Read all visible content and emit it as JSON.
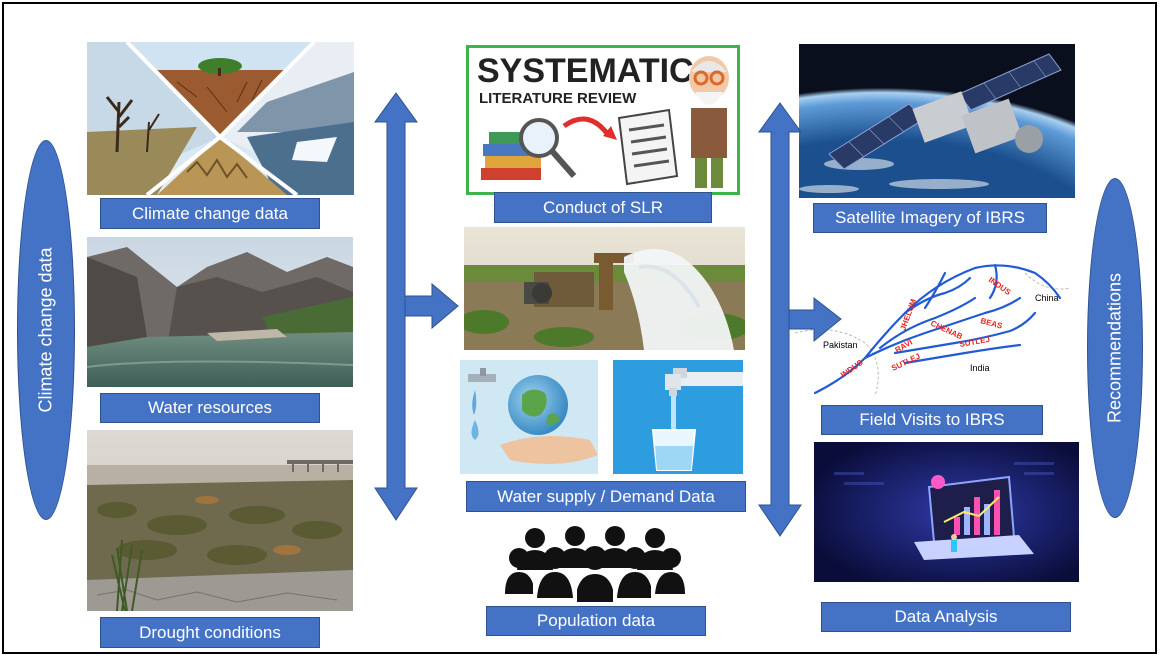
{
  "left_ellipse": {
    "label": "Climate change data"
  },
  "right_ellipse": {
    "label": "Recommendations"
  },
  "left_column": {
    "climate_label": "Climate change data",
    "water_label": "Water resources",
    "drought_label": "Drought conditions"
  },
  "center_column": {
    "slr_title_line1": "SYSTEMATIC",
    "slr_title_line2": "LITERATURE REVIEW",
    "slr_label": "Conduct of SLR",
    "supply_label": "Water supply / Demand Data",
    "population_label": "Population data"
  },
  "right_column": {
    "satellite_label": "Satellite Imagery of IBRS",
    "field_label": "Field Visits to IBRS",
    "analysis_label": "Data Analysis",
    "map": {
      "country_pakistan": "Pakistan",
      "country_china": "China",
      "country_india": "India",
      "rivers": [
        "INDUS",
        "JHELUM",
        "CHENAB",
        "RAVI",
        "BEAS",
        "SUTLEJ",
        "INDUS",
        "SUTLEJ"
      ]
    }
  },
  "colors": {
    "accent": "#4472c4",
    "accent_border": "#2f528f",
    "slr_border": "#3cb44b"
  }
}
